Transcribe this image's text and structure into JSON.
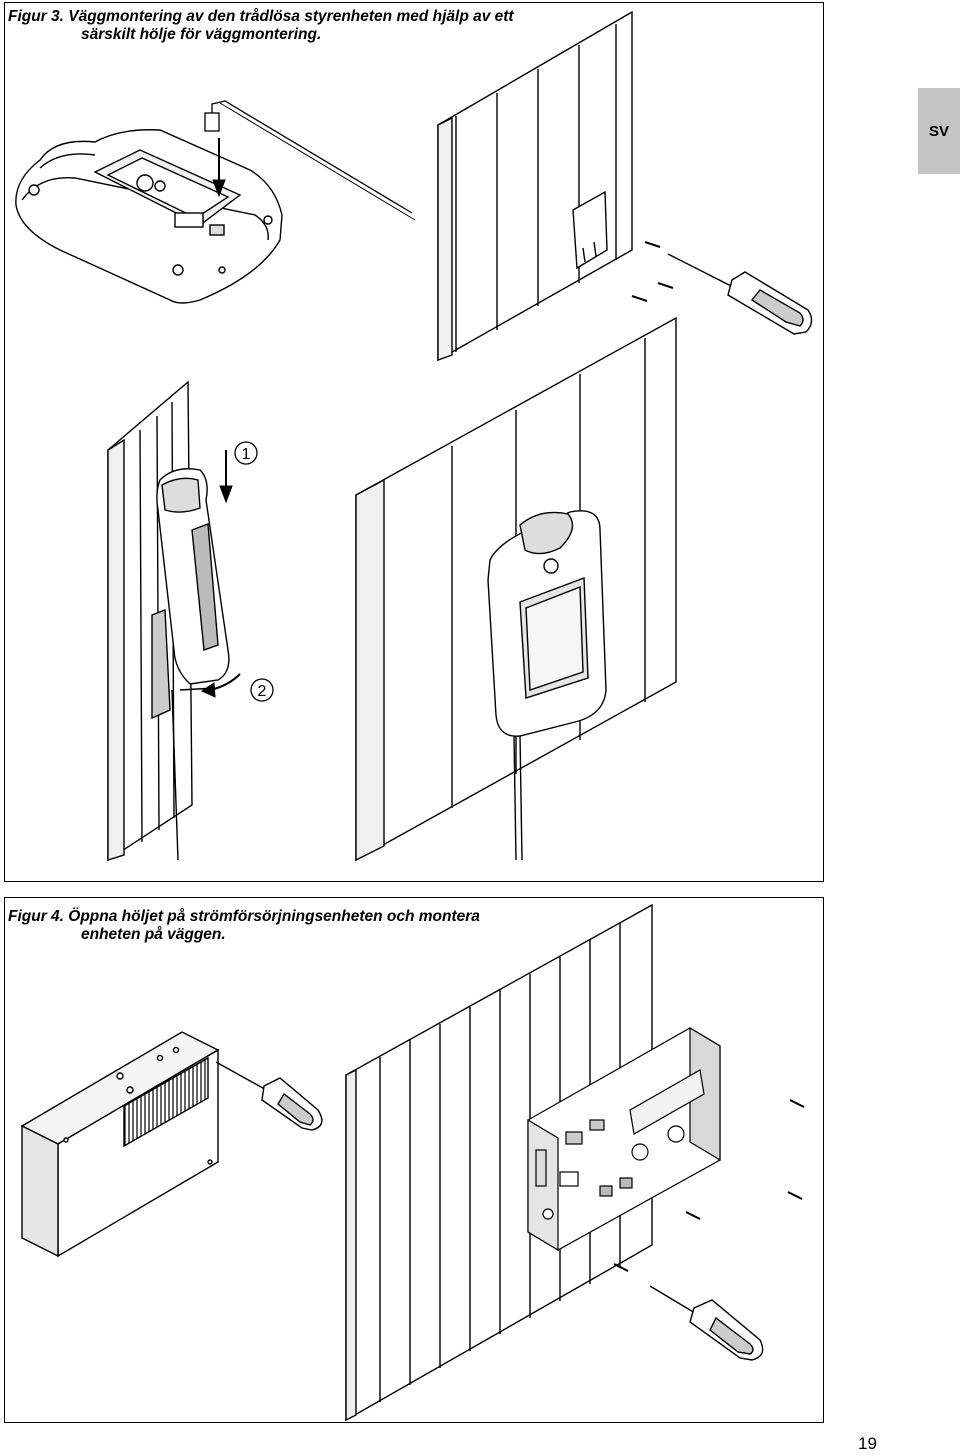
{
  "figure3": {
    "caption_line1": "Figur 3. Väggmontering av den trådlösa styrenheten med hjälp av ett",
    "caption_line2": "särskilt hölje för väggmontering.",
    "step1": "1",
    "step2": "2"
  },
  "figure4": {
    "caption_line1": "Figur 4. Öppna höljet på strömförsörjningsenheten och montera",
    "caption_line2": "enheten på väggen."
  },
  "language_tab": "SV",
  "page_number": "19"
}
